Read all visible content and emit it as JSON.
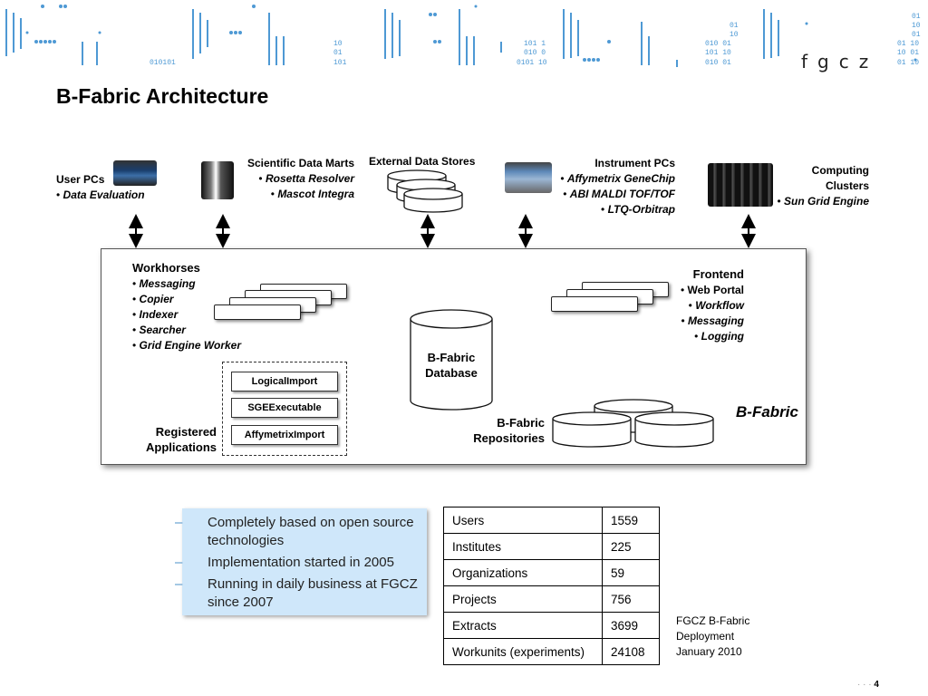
{
  "header": {
    "logo_text": "fgcz",
    "title": "B-Fabric Architecture"
  },
  "top_sources": {
    "user_pcs": {
      "title": "User PCs",
      "items": [
        "Data Evaluation"
      ]
    },
    "data_marts": {
      "title": "Scientific Data Marts",
      "items": [
        "Rosetta Resolver",
        "Mascot Integra"
      ]
    },
    "external_stores": {
      "title": "External Data Stores"
    },
    "instrument_pcs": {
      "title": "Instrument PCs",
      "items": [
        "Affymetrix GeneChip",
        "ABI MALDI TOF/TOF",
        "LTQ-Orbitrap"
      ]
    },
    "computing_clusters": {
      "title_line1": "Computing",
      "title_line2": "Clusters",
      "items": [
        "Sun Grid Engine"
      ]
    }
  },
  "fabric": {
    "label": "B-Fabric",
    "workhorses": {
      "title": "Workhorses",
      "items": [
        "Messaging",
        "Copier",
        "Indexer",
        "Searcher",
        "Grid Engine Worker"
      ]
    },
    "frontend": {
      "title": "Frontend",
      "items": [
        "Web Portal",
        "Workflow",
        "Messaging",
        "Logging"
      ]
    },
    "database": {
      "line1": "B-Fabric",
      "line2": "Database"
    },
    "repositories": {
      "line1": "B-Fabric",
      "line2": "Repositories"
    },
    "registered": {
      "line1": "Registered",
      "line2": "Applications",
      "items": [
        "LogicalImport",
        "SGEExecutable",
        "AffymetrixImport"
      ]
    }
  },
  "notes": [
    "Completely based on open source technologies",
    "Implementation started in 2005",
    "Running in daily business at FGCZ since 2007"
  ],
  "stats": {
    "rows": [
      {
        "label": "Users",
        "value": "1559"
      },
      {
        "label": "Institutes",
        "value": "225"
      },
      {
        "label": "Organizations",
        "value": "59"
      },
      {
        "label": "Projects",
        "value": "756"
      },
      {
        "label": "Extracts",
        "value": "3699"
      },
      {
        "label": "Workunits (experiments)",
        "value": "24108"
      }
    ],
    "caption_line1": "FGCZ B-Fabric",
    "caption_line2": "Deployment",
    "caption_line3": "January 2010"
  },
  "footer": {
    "page_number": "4"
  },
  "colors": {
    "accent": "#4a90c8",
    "note_bg": "#cfe7fa",
    "banner_pattern": "#3b8fd0"
  }
}
